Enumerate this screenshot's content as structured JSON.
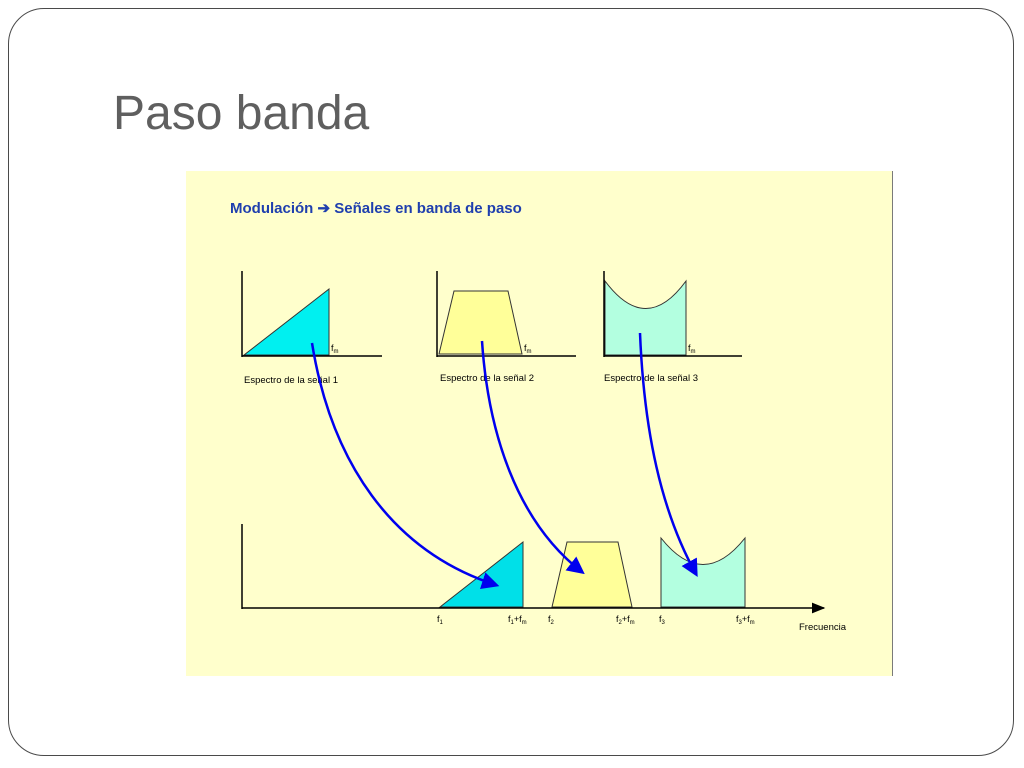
{
  "slide": {
    "title": "Paso banda"
  },
  "figure": {
    "heading_left": "Modulación",
    "heading_arrow": "➔",
    "heading_right": "Señales en banda de paso",
    "spectra": [
      {
        "label": "Espectro de la señal 1",
        "fm": "f",
        "fm_sub": "m",
        "shape": "triangle",
        "fill": "#00f0f0"
      },
      {
        "label": "Espectro de la señal 2",
        "fm": "f",
        "fm_sub": "m",
        "shape": "trapezoid",
        "fill": "#ffff99"
      },
      {
        "label": "Espectro de la señal 3",
        "fm": "f",
        "fm_sub": "m",
        "shape": "concave",
        "fill": "#b3ffe0"
      }
    ],
    "bottom_axis": {
      "label": "Frecuencia",
      "ticks": [
        {
          "base": "f",
          "sub": "1",
          "plus": "",
          "plus_sub": ""
        },
        {
          "base": "f",
          "sub": "1",
          "plus": "+f",
          "plus_sub": "m"
        },
        {
          "base": "f",
          "sub": "2",
          "plus": "",
          "plus_sub": ""
        },
        {
          "base": "f",
          "sub": "2",
          "plus": "+f",
          "plus_sub": "m"
        },
        {
          "base": "f",
          "sub": "3",
          "plus": "",
          "plus_sub": ""
        },
        {
          "base": "f",
          "sub": "3",
          "plus": "+f",
          "plus_sub": "m"
        }
      ]
    },
    "colors": {
      "heading": "#1f3fae",
      "arrow": "#0000ee",
      "axis": "#000000",
      "background": "#ffffcc"
    }
  }
}
